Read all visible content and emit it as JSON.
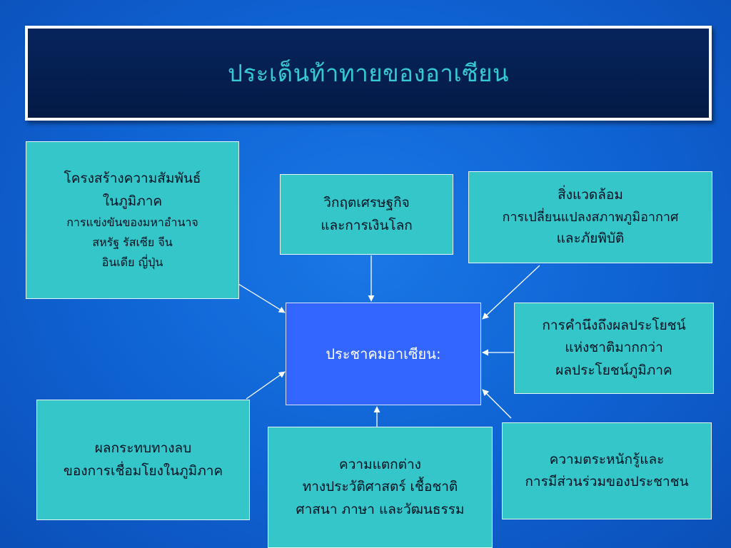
{
  "title": "ประเด็นท้าทายของอาเซียน",
  "center": "ประชาคมอาเซียน:",
  "boxes": {
    "structure": {
      "line1": "โครงสร้างความสัมพันธ์",
      "line2": "ในภูมิภาค",
      "sub1": "การแข่งขันของมหาอำนาจ",
      "sub2": "สหรัฐ รัสเซีย จีน",
      "sub3": "อินเดีย ญี่ปุ่น"
    },
    "economic": {
      "line1": "วิกฤตเศรษฐกิจ",
      "line2": "และการเงินโลก"
    },
    "environment": {
      "line1": "สิ่งแวดล้อม",
      "line2": "การเปลี่ยนแปลงสภาพภูมิอากาศ",
      "line3": "และภัยพิบัติ"
    },
    "national_interest": {
      "line1": "การคำนึงถึงผลประโยชน์",
      "line2": "แห่งชาติมากกว่า",
      "line3": "ผลประโยชน์ภูมิภาค"
    },
    "negative_impact": {
      "line1": "ผลกระทบทางลบ",
      "line2": "ของการเชื่อมโยงในภูมิภาค"
    },
    "differences": {
      "line1": "ความแตกต่าง",
      "line2": "ทางประวัติศาสตร์ เชื้อชาติ",
      "line3": "ศาสนา ภาษา และวัฒนธรรม"
    },
    "awareness": {
      "line1": "ความตระหนักรู้และ",
      "line2": "การมีส่วนร่วมของประชาชน"
    }
  },
  "colors": {
    "background": "#0f62d2",
    "title_bg": "#041a45",
    "title_text": "#35c9d6",
    "box_fill": "#35c6c9",
    "center_fill": "#3366ff",
    "arrow": "#ffffff"
  }
}
